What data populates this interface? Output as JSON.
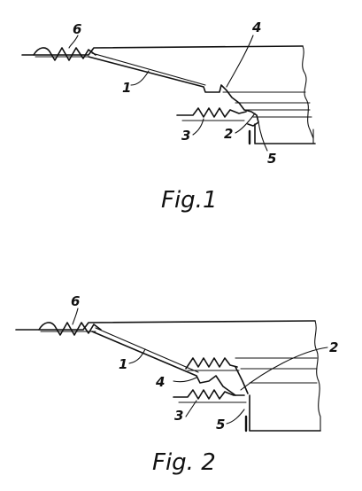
{
  "figures": [
    {
      "caption": "Fig.1",
      "labels": {
        "l1": "1",
        "l2": "2",
        "l3": "3",
        "l4": "4",
        "l5": "5",
        "l6": "6"
      }
    },
    {
      "caption": "Fig. 2",
      "labels": {
        "l1": "1",
        "l2": "2",
        "l3": "3",
        "l4": "4",
        "l5": "5",
        "l6": "6"
      }
    }
  ]
}
